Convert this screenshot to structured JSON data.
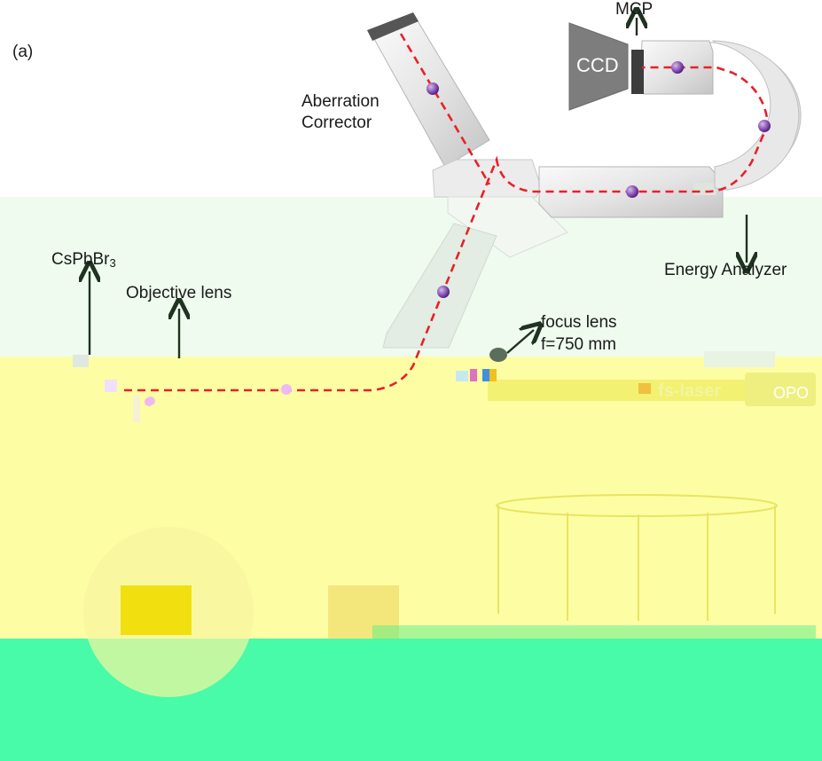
{
  "panel_label": "(a)",
  "labels": {
    "mcp": "MCP",
    "ccd": "CCD",
    "aberration_line1": "Aberration",
    "aberration_line2": "Corrector",
    "energy_analyzer": "Energy Analyzer",
    "sample_main": "CsPbBr",
    "sample_sub": "3",
    "objective_lens": "Objective lens",
    "focus_lens_line1": "focus lens",
    "focus_lens_line2": "f=750 mm",
    "fs_laser": "fs-laser",
    "opo": "OPO"
  },
  "colors": {
    "beam": "#e8202a",
    "electron": "#6a2a9a",
    "arrow": "#1f3320",
    "band_green": "#eefbee",
    "band_yellow": "#fdfda4",
    "band_teal": "#47fba9"
  }
}
